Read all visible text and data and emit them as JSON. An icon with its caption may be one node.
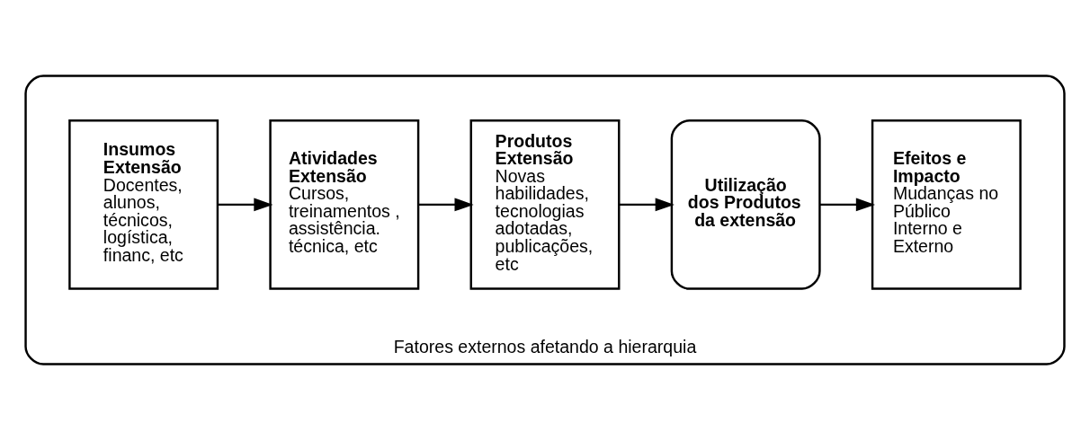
{
  "diagram": {
    "nodes": [
      {
        "text": [
          "Fatores externos afetando a hierarquia"
        ]
      },
      {
        "text": [
          "Insumos Extensão",
          "Docentes, alunos, técnicos, logística, financ, etc"
        ],
        "in": 0
      },
      {
        "text": [
          "Atividades Extensão",
          "Cursos, treinamentos , assistência. técnica, etc"
        ],
        "in": 0
      },
      {
        "text": [
          "Produtos Extensão",
          "Novas habilidades, tecnologias adotadas, publicações, etc"
        ],
        "in": 0
      },
      {
        "text": [
          "Utilização dos Produtos da extensão"
        ],
        "in": 0
      },
      {
        "text": [
          "Efeitos e Impacto",
          "Mudanças no Público Interno e Externo"
        ],
        "in": 0
      }
    ],
    "edges": [
      {
        "from": 1,
        "to": 2,
        "arrow": "to"
      },
      {
        "from": 2,
        "to": 3,
        "arrow": "to"
      },
      {
        "from": 3,
        "to": 4,
        "arrow": "to"
      },
      {
        "from": 4,
        "to": 5,
        "arrow": "to"
      }
    ]
  }
}
